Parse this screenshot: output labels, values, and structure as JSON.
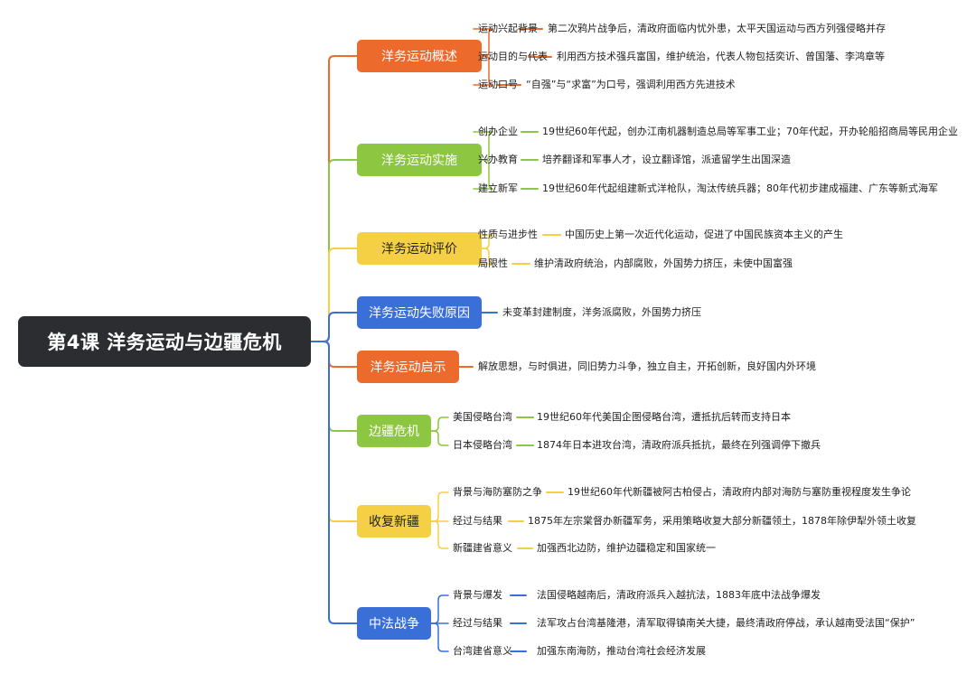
{
  "root": {
    "title": "第4课 洋务运动与边疆危机"
  },
  "colors": {
    "orange": "#ec6a2c",
    "green": "#8dc641",
    "yellow": "#f5d045",
    "blue": "#3b6fd8",
    "root_bg": "#2b2d31"
  },
  "branches": [
    {
      "label": "洋务运动概述",
      "color": "orange",
      "children": [
        {
          "name": "运动兴起背景",
          "desc": "第二次鸦片战争后，清政府面临内忧外患，太平天国运动与西方列强侵略并存"
        },
        {
          "name": "运动目的与代表",
          "desc": "利用西方技术强兵富国，维护统治，代表人物包括奕䜣、曾国藩、李鸿章等"
        },
        {
          "name": "运动口号",
          "desc": "“自强”与“求富”为口号，强调利用西方先进技术"
        }
      ]
    },
    {
      "label": "洋务运动实施",
      "color": "green",
      "children": [
        {
          "name": "创办企业",
          "desc": "19世纪60年代起，创办江南机器制造总局等军事工业；70年代起，开办轮船招商局等民用企业"
        },
        {
          "name": "兴办教育",
          "desc": "培养翻译和军事人才，设立翻译馆，派遣留学生出国深造"
        },
        {
          "name": "建立新军",
          "desc": "19世纪60年代起组建新式洋枪队，淘汰传统兵器；80年代初步建成福建、广东等新式海军"
        }
      ]
    },
    {
      "label": "洋务运动评价",
      "color": "yellow",
      "children": [
        {
          "name": "性质与进步性",
          "desc": "中国历史上第一次近代化运动，促进了中国民族资本主义的产生"
        },
        {
          "name": "局限性",
          "desc": "维护清政府统治，内部腐败，外国势力挤压，未使中国富强"
        }
      ]
    },
    {
      "label": "洋务运动失败原因",
      "color": "blue",
      "text": "未变革封建制度，洋务派腐败，外国势力挤压"
    },
    {
      "label": "洋务运动启示",
      "color": "orange",
      "text": "解放思想，与时俱进，同旧势力斗争，独立自主，开拓创新，良好国内外环境"
    },
    {
      "label": "边疆危机",
      "color": "green",
      "children": [
        {
          "name": "美国侵略台湾",
          "desc": "19世纪60年代美国企图侵略台湾，遭抵抗后转而支持日本"
        },
        {
          "name": "日本侵略台湾",
          "desc": "1874年日本进攻台湾，清政府派兵抵抗，最终在列强调停下撤兵"
        }
      ]
    },
    {
      "label": "收复新疆",
      "color": "yellow",
      "children": [
        {
          "name": "背景与海防塞防之争",
          "desc": "19世纪60年代新疆被阿古柏侵占，清政府内部对海防与塞防重视程度发生争论"
        },
        {
          "name": "经过与结果",
          "desc": "1875年左宗棠督办新疆军务，采用策略收复大部分新疆领土，1878年除伊犁外领土收复"
        },
        {
          "name": "新疆建省意义",
          "desc": "加强西北边防，维护边疆稳定和国家统一"
        }
      ]
    },
    {
      "label": "中法战争",
      "color": "blue",
      "children": [
        {
          "name": "背景与爆发",
          "desc": "法国侵略越南后，清政府派兵入越抗法，1883年底中法战争爆发"
        },
        {
          "name": "经过与结果",
          "desc": "法军攻占台湾基隆港，清军取得镇南关大捷，最终清政府停战，承认越南受法国“保护”"
        },
        {
          "name": "台湾建省意义",
          "desc": "加强东南海防，推动台湾社会经济发展"
        }
      ]
    }
  ]
}
